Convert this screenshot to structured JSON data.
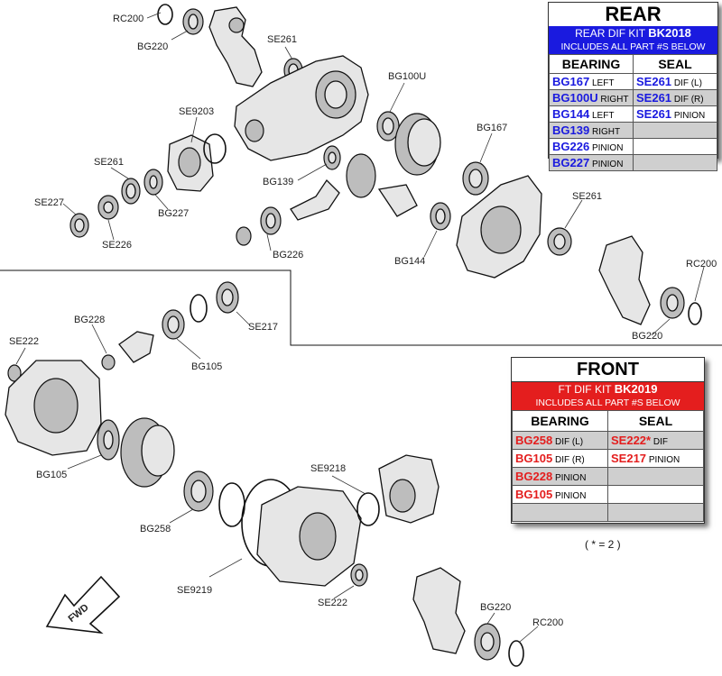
{
  "labels": {
    "rc200_top": "RC200",
    "bg220_top": "BG220",
    "se261_top": "SE261",
    "bg100u": "BG100U",
    "se9203": "SE9203",
    "bg167": "BG167",
    "se261_left": "SE261",
    "bg139": "BG139",
    "se227": "SE227",
    "bg227": "BG227",
    "se226": "SE226",
    "bg226": "BG226",
    "bg144": "BG144",
    "se261_right": "SE261",
    "rc200_right": "RC200",
    "bg220_right": "BG220",
    "bg228": "BG228",
    "se222_top": "SE222",
    "se217": "SE217",
    "bg105_top": "BG105",
    "bg105_left": "BG105",
    "se9218": "SE9218",
    "bg258": "BG258",
    "se9219": "SE9219",
    "se222_bottom": "SE222",
    "bg220_bottom": "BG220",
    "rc200_bottom": "RC200",
    "fwd": "FWD"
  },
  "rear_table": {
    "title": "REAR",
    "kit_prefix": "REAR DIF KIT",
    "kit_code": "BK2018",
    "kit_sub": "INCLUDES ALL PART #S BELOW",
    "col_bearing": "BEARING",
    "col_seal": "SEAL",
    "rows": [
      {
        "bearing": "BG167",
        "bearing_note": "LEFT",
        "seal": "SE261",
        "seal_note": "DIF (L)"
      },
      {
        "bearing": "BG100U",
        "bearing_note": "RIGHT",
        "seal": "SE261",
        "seal_note": "DIF (R)"
      },
      {
        "bearing": "BG144",
        "bearing_note": "LEFT",
        "seal": "SE261",
        "seal_note": "PINION"
      },
      {
        "bearing": "BG139",
        "bearing_note": "RIGHT",
        "seal": "",
        "seal_note": ""
      },
      {
        "bearing": "BG226",
        "bearing_note": "PINION",
        "seal": "",
        "seal_note": ""
      },
      {
        "bearing": "BG227",
        "bearing_note": "PINION",
        "seal": "",
        "seal_note": ""
      }
    ]
  },
  "front_table": {
    "title": "FRONT",
    "kit_prefix": "FT DIF KIT",
    "kit_code": "BK2019",
    "kit_sub": "INCLUDES ALL PART #S BELOW",
    "col_bearing": "BEARING",
    "col_seal": "SEAL",
    "rows": [
      {
        "bearing": "BG258",
        "bearing_note": "DIF (L)",
        "seal": "SE222*",
        "seal_note": "DIF"
      },
      {
        "bearing": "BG105",
        "bearing_note": "DIF (R)",
        "seal": "SE217",
        "seal_note": "PINION"
      },
      {
        "bearing": "BG228",
        "bearing_note": "PINION",
        "seal": "",
        "seal_note": ""
      },
      {
        "bearing": "BG105",
        "bearing_note": "PINION",
        "seal": "",
        "seal_note": ""
      },
      {
        "bearing": "",
        "bearing_note": "",
        "seal": "",
        "seal_note": ""
      }
    ],
    "footnote": "( * = 2 )"
  },
  "colors": {
    "rear_accent": "#1a1adf",
    "front_accent": "#e41e1e",
    "shaded_row": "#cfcfcf"
  }
}
